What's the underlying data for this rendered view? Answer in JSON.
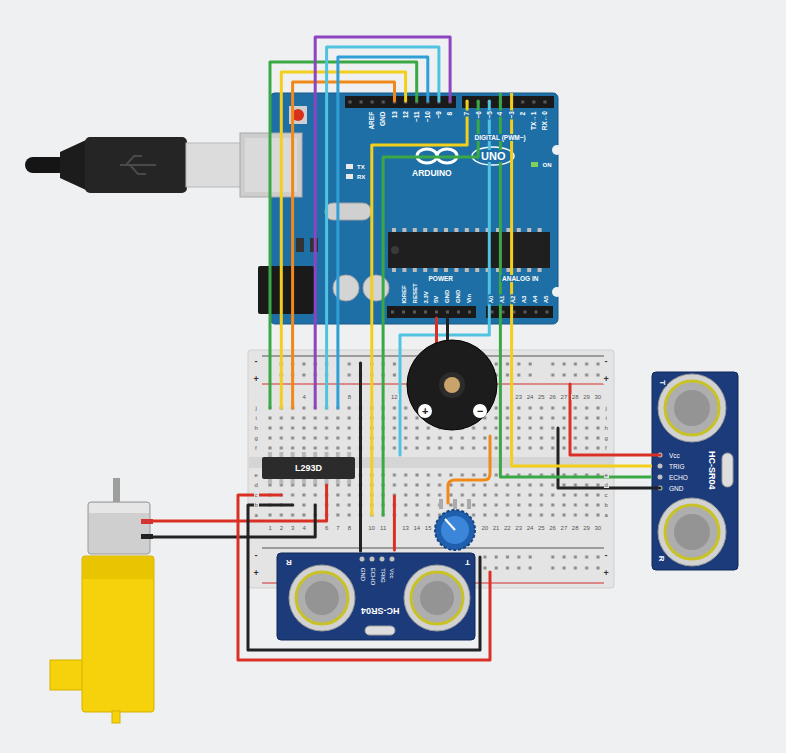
{
  "diagram": {
    "nodes": [
      {
        "text": [
          "AREF",
          "GND",
          "13",
          "12",
          "~11",
          "~10",
          "~9",
          "8",
          "7",
          "~6",
          "~5",
          "4",
          "~3",
          "2",
          "TX→1",
          "RX←0",
          "DIGITAL (PWM~)",
          "TX",
          "RX",
          "ARDUINO",
          "UNO",
          "ON",
          "IOREF",
          "RESET",
          "3.3V",
          "5V",
          "GND",
          "GND",
          "Vin",
          "POWER",
          "ANALOG IN",
          "A0",
          "A1",
          "A2",
          "A3",
          "A4",
          "A5"
        ]
      },
      {
        "text": [
          "L293D"
        ]
      },
      {
        "text": [
          "Vcc",
          "TRIG",
          "ECHO",
          "GND",
          "HC-SR04",
          "T",
          "R"
        ]
      },
      {
        "text": [
          "GND",
          "ECHO",
          "TRIG",
          "Vcc",
          "HC-SR04",
          "R",
          "T"
        ]
      }
    ],
    "edges": [
      {
        "from": 0,
        "to": 2,
        "arrow": "none"
      },
      {
        "from": 0,
        "to": 2,
        "arrow": "none"
      }
    ],
    "labels": [
      "4",
      "8",
      "12",
      "23",
      "24",
      "25",
      "26",
      "27",
      "28",
      "29",
      "30",
      "1",
      "2",
      "3",
      "4",
      "6",
      "7",
      "8",
      "10",
      "11",
      "13",
      "14",
      "15",
      "20",
      "21",
      "22",
      "23",
      "24",
      "25",
      "26",
      "27",
      "28",
      "29",
      "30",
      "j",
      "i",
      "h",
      "g",
      "f",
      "e",
      "d",
      "c",
      "b",
      "a",
      "j",
      "i",
      "h",
      "g",
      "f",
      "e",
      "d",
      "c",
      "b",
      "a",
      "-",
      "+",
      "-",
      "+",
      "-",
      "+",
      "-",
      "+",
      "+",
      "−"
    ]
  }
}
